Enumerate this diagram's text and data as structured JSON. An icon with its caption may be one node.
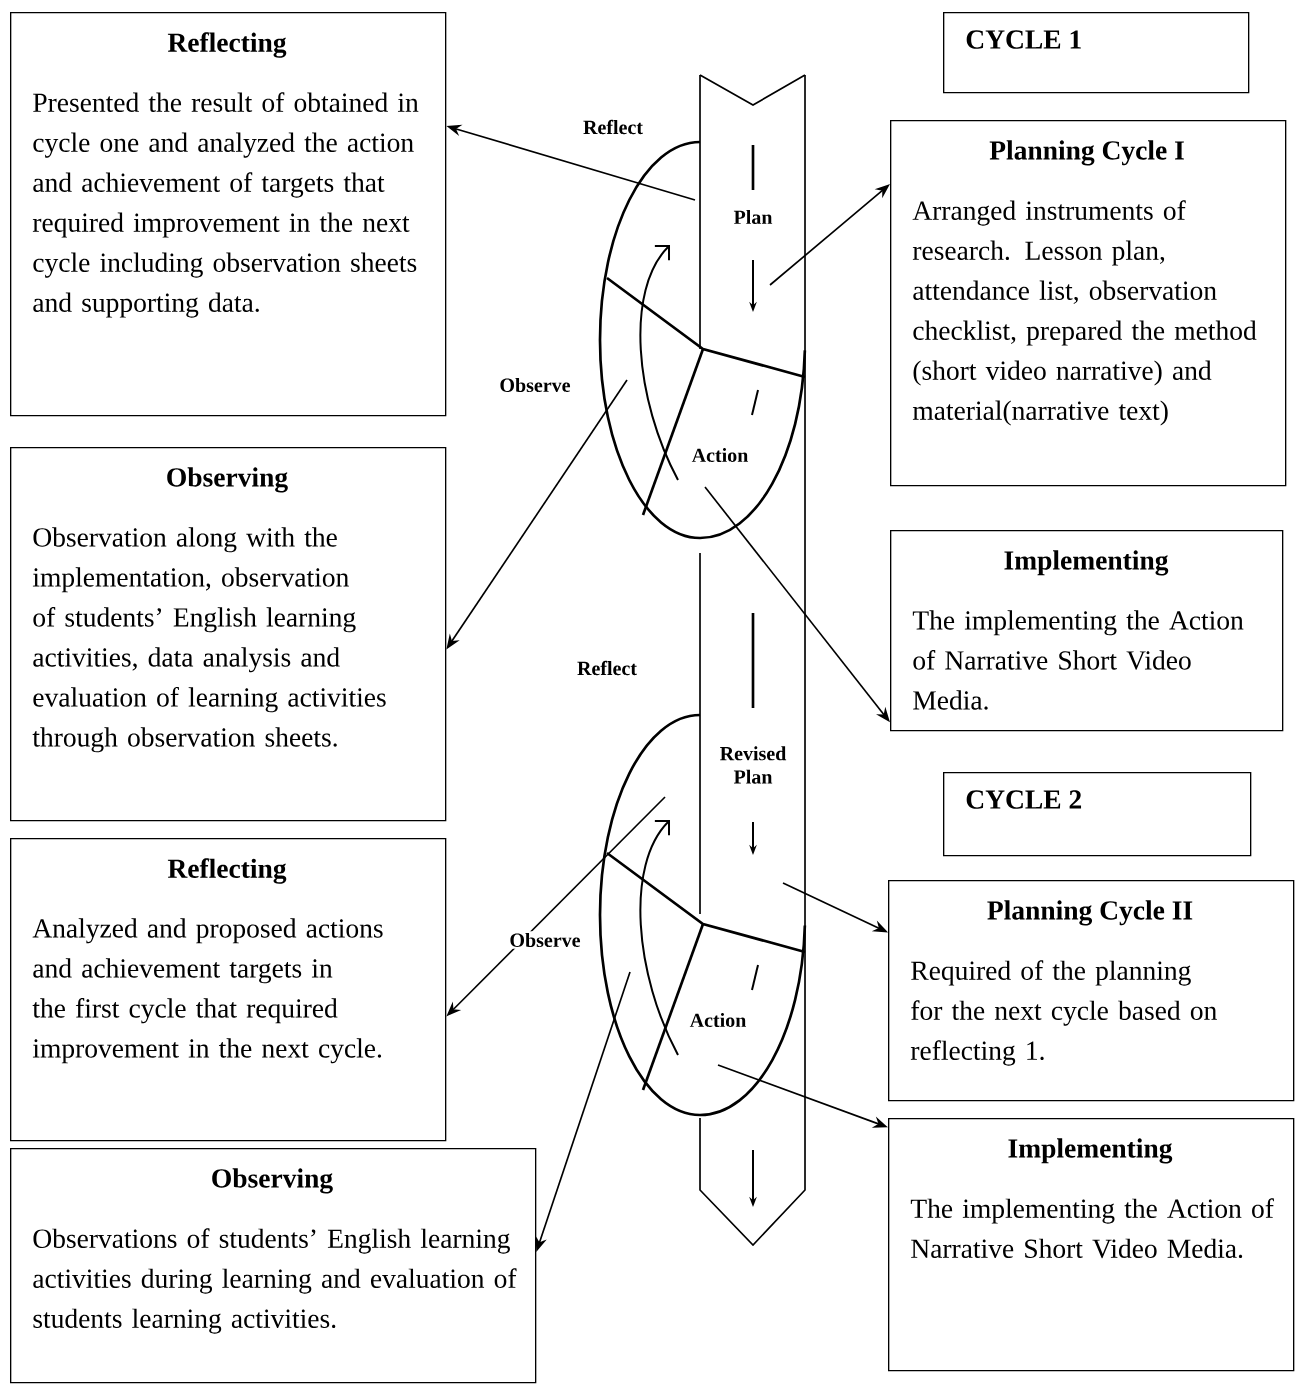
{
  "diagram": {
    "nodes": [
      {
        "text": [
          "Reflecting",
          "Presented the result of obtained in cycle one and analyzed the action and achievement of targets that required improvement in the next cycle including observation sheets and supporting data."
        ]
      },
      {
        "text": [
          "CYCLE 1"
        ]
      },
      {
        "text": [
          "Planning Cycle I",
          "Arranged instruments of research. Lesson plan, attendance list, observation checklist, prepared the method (short video narrative) and material(narrative text)"
        ]
      },
      {
        "text": [
          "Observing",
          "Observation along with the implementation, observation of students’ English learning activities, data analysis and evaluation of learning activities through observation sheets."
        ]
      },
      {
        "text": [
          "Implementing",
          "The implementing the Action of Narrative Short Video Media."
        ]
      },
      {
        "text": [
          "CYCLE 2"
        ]
      },
      {
        "text": [
          "Reflecting",
          "Analyzed and proposed actions and achievement targets in the first cycle that required improvement in the next cycle."
        ]
      },
      {
        "text": [
          "Planning Cycle II",
          "Required of the planning for the next cycle based on reflecting 1."
        ]
      },
      {
        "text": [
          "Observing",
          "Observations of students’ English learning activities during learning and evaluation of students learning activities."
        ]
      },
      {
        "text": [
          "Implementing",
          "The implementing the Action of Narrative Short Video Media."
        ]
      }
    ],
    "edges": [
      {
        "from": null,
        "to": 0,
        "arrow": "to"
      },
      {
        "from": null,
        "to": 2,
        "arrow": "to"
      },
      {
        "from": null,
        "to": 3,
        "arrow": "to"
      },
      {
        "from": null,
        "to": 4,
        "arrow": "to"
      },
      {
        "from": null,
        "to": 6,
        "arrow": "to"
      },
      {
        "from": null,
        "to": 7,
        "arrow": "to"
      },
      {
        "from": null,
        "to": 8,
        "arrow": "to"
      },
      {
        "from": null,
        "to": 9,
        "arrow": "to"
      }
    ],
    "labels": [
      "Reflect",
      "Plan",
      "Observe",
      "Action",
      "Reflect",
      "Revised Plan",
      "Observe",
      "Action"
    ]
  }
}
